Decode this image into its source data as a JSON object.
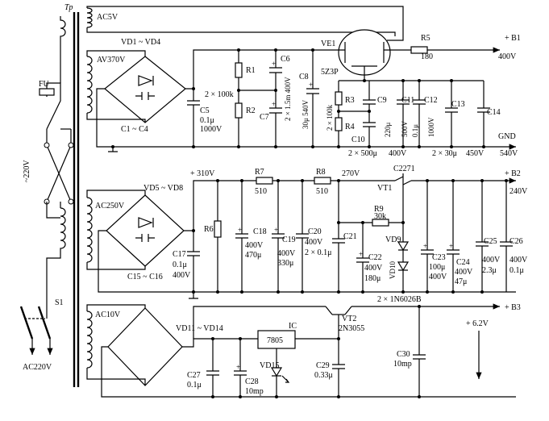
{
  "transformer": {
    "name": "Tp",
    "primary_voltage": "~220V",
    "fuse": "FU",
    "switch": "S1",
    "mains": "AC220V"
  },
  "section_hv": {
    "winding_heater": "AC5V",
    "winding_hv": "AV370V",
    "bridge": "VD1 ~ VD4",
    "bridge_caps": "C1 ~ C4",
    "c5": "C5",
    "c5_val1": "0.1μ",
    "c5_val2": "1000V",
    "r1": "R1",
    "r2": "R2",
    "r12_val": "2 × 100k",
    "c6": "C6",
    "c7": "C7",
    "c67_val": "2 × 1.5m 400V",
    "c8": "C8",
    "c8_val": "30μ 540V",
    "tube": "VE1",
    "tube_type": "5Z3P",
    "r3": "R3",
    "r4": "R4",
    "r34_val": "2 × 100k",
    "c9": "C9",
    "c9_val": "220μ",
    "c10": "C10",
    "c10_val": "2 × 500μ",
    "c11": "C11",
    "c11_val": "500V",
    "c12": "C12",
    "c12_val1": "0.1μ",
    "c12_val2": "1000V",
    "c13": "C13",
    "c14": "C14",
    "mid_v": "400V",
    "c1314_val": "2 × 30μ",
    "c1314_v": "450V",
    "r5": "R5",
    "r5_val": "180",
    "out_name": "+ B1",
    "out_v": "400V",
    "gnd": "GND",
    "gnd_v": "540V"
  },
  "section_mv": {
    "winding": "AC250V",
    "bridge": "VD5 ~ VD8",
    "bridge_caps": "C15 ~ C16",
    "v310": "+ 310V",
    "r6": "R6",
    "r7": "R7",
    "r7_val": "510",
    "r8": "R8",
    "r8_val": "510",
    "v270": "270V",
    "c17": "C17",
    "c17_val1": "0.1μ",
    "c17_val2": "400V",
    "c18": "C18",
    "c18_val1": "400V",
    "c18_val2": "470μ",
    "c19": "C19",
    "c19_val1": "400V",
    "c19_val2": "330μ",
    "c20": "C20",
    "c20_val1": "400V",
    "c20_val2": "2 × 0.1μ",
    "c21": "C21",
    "c22": "C22",
    "c22_val1": "400V",
    "c22_val2": "180μ",
    "r9": "R9",
    "r9_val": "30k",
    "vt1": "VT1",
    "vt1_type": "C2271",
    "vd9": "VD9",
    "vd10": "VD10",
    "zener_type": "2 × 1N6026B",
    "c23": "C23",
    "c23_val1": "100μ",
    "c23_val2": "400V",
    "c24": "C24",
    "c24_val1": "400V",
    "c24_val2": "47μ",
    "c25": "C25",
    "c25_val1": "400V",
    "c25_val2": "2.3μ",
    "c26": "C26",
    "c26_val1": "400V",
    "c26_val2": "0.1μ",
    "out_name": "+ B2",
    "out_v": "240V"
  },
  "section_lv": {
    "winding": "AC10V",
    "bridge": "VD11 ~ VD14",
    "ic": "IC",
    "ic_type": "7805",
    "vt2": "VT2",
    "vt2_type": "2N3055",
    "vd15": "VD15",
    "c27": "C27",
    "c27_val": "0.1μ",
    "c28": "C28",
    "c28_val": "10mp",
    "c29": "C29",
    "c29_val": "0.33μ",
    "c30": "C30",
    "c30_val": "10mp",
    "out_name": "+ B3",
    "out_v": "+ 6.2V"
  }
}
